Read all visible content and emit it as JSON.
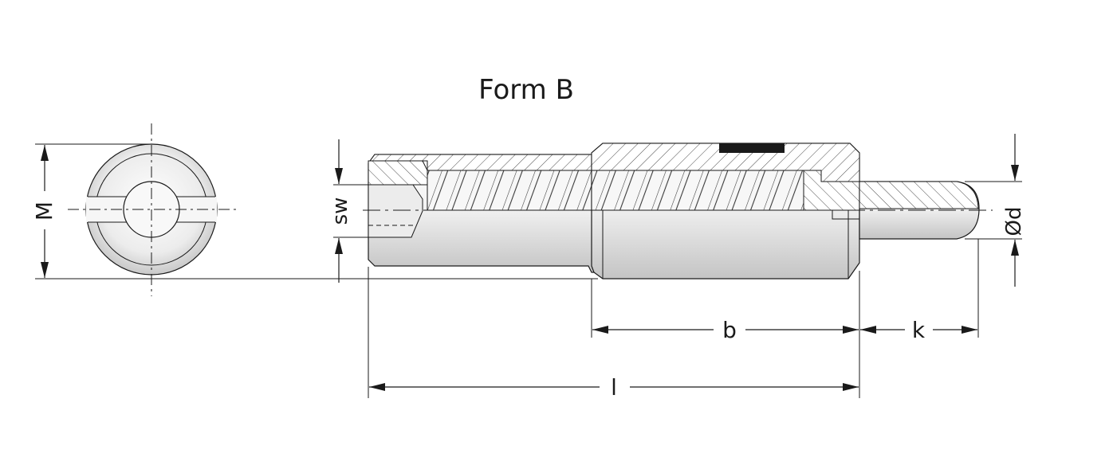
{
  "title": "Form B",
  "dimensions": {
    "M": "M",
    "sw": "sw",
    "d": "Ød",
    "b": "b",
    "k": "k",
    "l": "l"
  },
  "colors": {
    "line": "#1a1a1a",
    "hatch": "#5a5a5a",
    "body_light": "#f4f4f4",
    "body_dark": "#bdbdbd",
    "seal": "#1a1a1a"
  }
}
